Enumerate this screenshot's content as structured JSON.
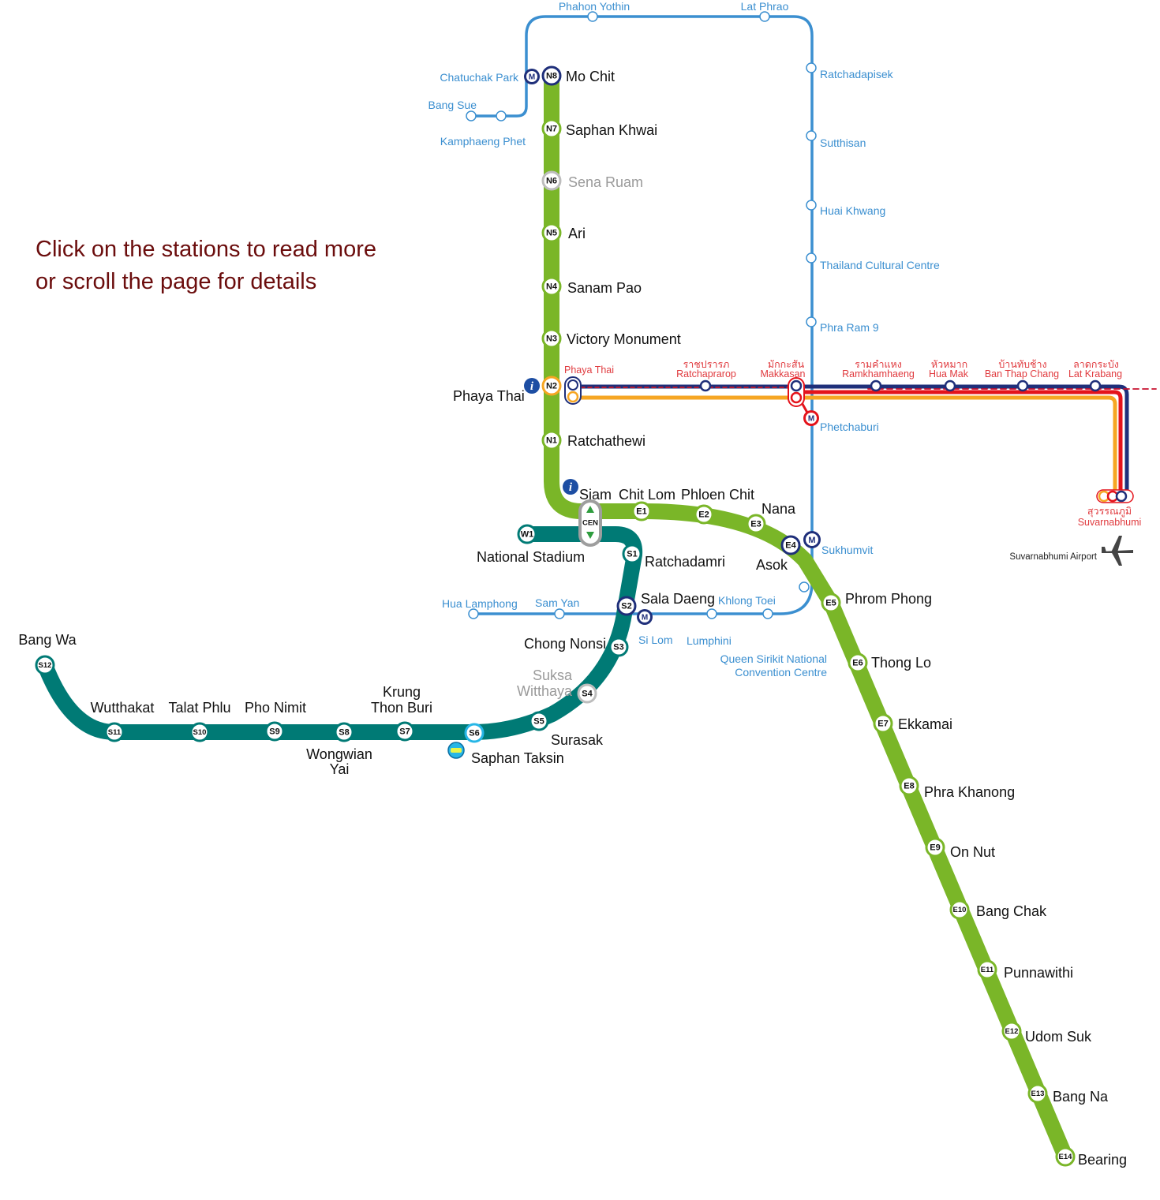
{
  "instructions": {
    "line1": "Click on the stations to read more",
    "line2": "or scroll the page for details"
  },
  "colors": {
    "sukhumvit_line": "#7ab628",
    "silom_line": "#007a75",
    "mrt_blue": "#3b8fd0",
    "mrt_navy": "#1f2f7a",
    "arl_red": "#e4131b",
    "arl_orange": "#f6a623",
    "arl_text": "#e03a3e",
    "closed_station": "#bdbdbd"
  },
  "bts_stations": [
    {
      "code": "N8",
      "name": "Mo Chit"
    },
    {
      "code": "N7",
      "name": "Saphan Khwai"
    },
    {
      "code": "N6",
      "name": "Sena Ruam",
      "closed": true
    },
    {
      "code": "N5",
      "name": "Ari"
    },
    {
      "code": "N4",
      "name": "Sanam Pao"
    },
    {
      "code": "N3",
      "name": "Victory Monument"
    },
    {
      "code": "N2",
      "name": "Phaya Thai"
    },
    {
      "code": "N1",
      "name": "Ratchathewi"
    },
    {
      "code": "CEN",
      "name": "Siam"
    },
    {
      "code": "E1",
      "name": "Chit Lom"
    },
    {
      "code": "E2",
      "name": "Phloen Chit"
    },
    {
      "code": "E3",
      "name": "Nana"
    },
    {
      "code": "E4",
      "name": "Asok"
    },
    {
      "code": "E5",
      "name": "Phrom Phong"
    },
    {
      "code": "E6",
      "name": "Thong Lo"
    },
    {
      "code": "E7",
      "name": "Ekkamai"
    },
    {
      "code": "E8",
      "name": "Phra Khanong"
    },
    {
      "code": "E9",
      "name": "On Nut"
    },
    {
      "code": "E10",
      "name": "Bang Chak"
    },
    {
      "code": "E11",
      "name": "Punnawithi"
    },
    {
      "code": "E12",
      "name": "Udom Suk"
    },
    {
      "code": "E13",
      "name": "Bang Na"
    },
    {
      "code": "E14",
      "name": "Bearing"
    },
    {
      "code": "W1",
      "name": "National Stadium"
    },
    {
      "code": "S1",
      "name": "Ratchadamri"
    },
    {
      "code": "S2",
      "name": "Sala Daeng"
    },
    {
      "code": "S3",
      "name": "Chong Nonsi"
    },
    {
      "code": "S4",
      "name": "Suksa Witthaya",
      "closed": true
    },
    {
      "code": "S5",
      "name": "Surasak"
    },
    {
      "code": "S6",
      "name": "Saphan Taksin"
    },
    {
      "code": "S7",
      "name": "Krung Thon Buri"
    },
    {
      "code": "S8",
      "name": "Wongwian Yai"
    },
    {
      "code": "S9",
      "name": "Pho Nimit"
    },
    {
      "code": "S10",
      "name": "Talat Phlu"
    },
    {
      "code": "S11",
      "name": "Wutthakat"
    },
    {
      "code": "S12",
      "name": "Bang Wa"
    }
  ],
  "mrt_stations": [
    "Phahon Yothin",
    "Lat Phrao",
    "Ratchadapisek",
    "Sutthisan",
    "Huai Khwang",
    "Thailand Cultural Centre",
    "Phra Ram 9",
    "Phetchaburi",
    "Sukhumvit",
    "Queen Sirikit National Convention Centre",
    "Khlong Toei",
    "Lumphini",
    "Si Lom",
    "Sam Yan",
    "Hua Lamphong",
    "Chatuchak Park",
    "Kamphaeng Phet",
    "Bang Sue"
  ],
  "arl_stations": [
    {
      "thai": "",
      "name": "Phaya Thai"
    },
    {
      "thai": "ราชปรารภ",
      "name": "Ratchaprarop"
    },
    {
      "thai": "มักกะสัน",
      "name": "Makkasan"
    },
    {
      "thai": "รามคำแหง",
      "name": "Ramkhamhaeng"
    },
    {
      "thai": "หัวหมาก",
      "name": "Hua Mak"
    },
    {
      "thai": "บ้านทับช้าง",
      "name": "Ban Thap Chang"
    },
    {
      "thai": "ลาดกระบัง",
      "name": "Lat Krabang"
    },
    {
      "thai": "สุวรรณภูมิ",
      "name": "Suvarnabhumi"
    }
  ],
  "airport": {
    "label": "Suvarnabhumi Airport",
    "icon": "airplane-icon"
  },
  "icons": {
    "info": "i",
    "mrt": "M",
    "boat": "boat-pier-icon"
  }
}
